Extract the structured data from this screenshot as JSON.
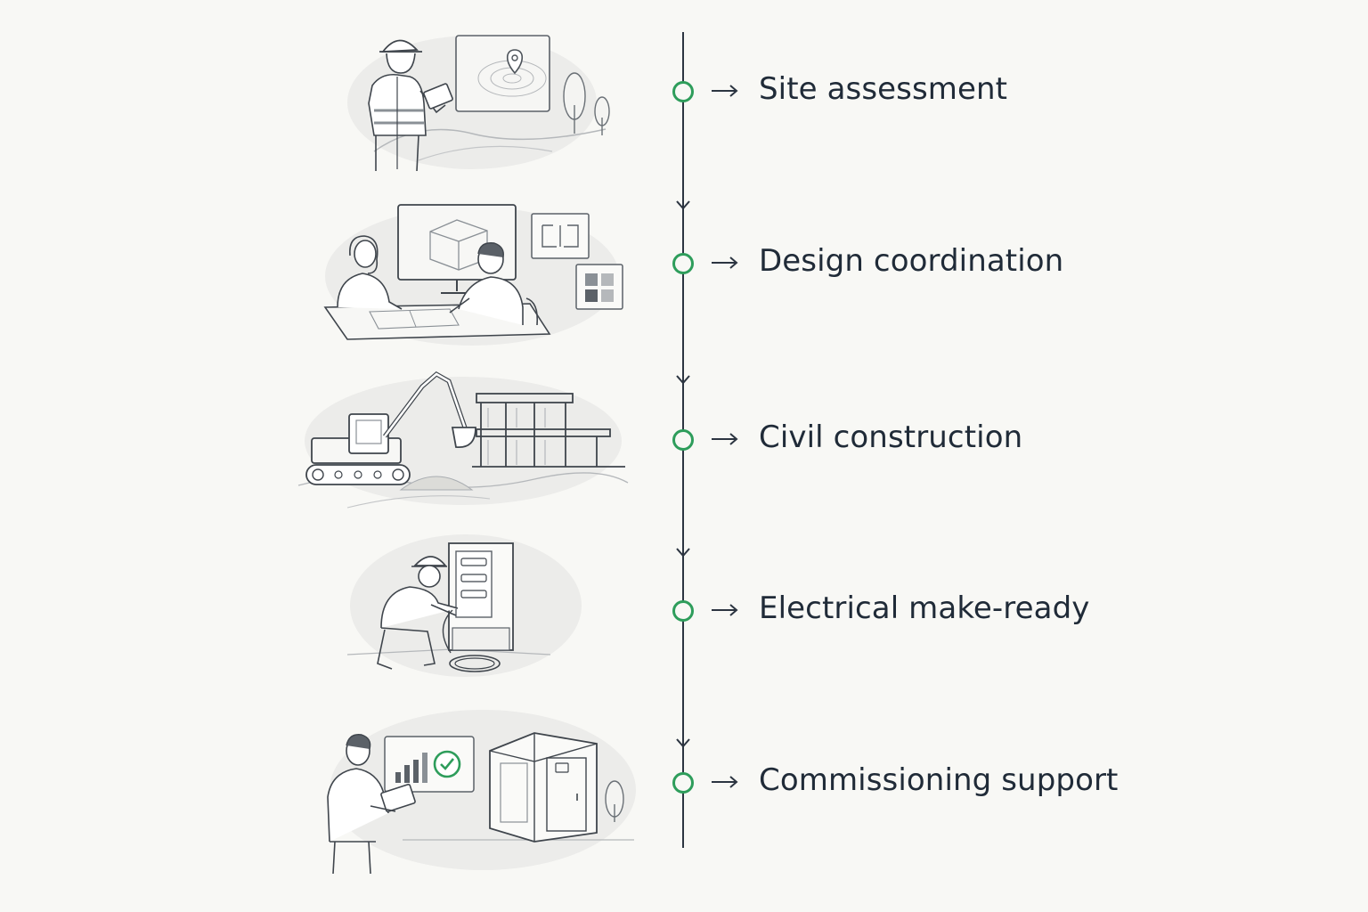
{
  "steps": [
    {
      "label": "Site assessment",
      "illustration": "surveyor-map-icon"
    },
    {
      "label": "Design coordination",
      "illustration": "design-team-icon"
    },
    {
      "label": "Civil construction",
      "illustration": "excavator-building-icon"
    },
    {
      "label": "Electrical make-ready",
      "illustration": "electrician-panel-icon"
    },
    {
      "label": "Commissioning support",
      "illustration": "commissioning-check-icon"
    }
  ],
  "colors": {
    "node": "#2e9d5b",
    "line": "#2c3541",
    "text": "#202b38",
    "background": "#f8f8f5"
  }
}
